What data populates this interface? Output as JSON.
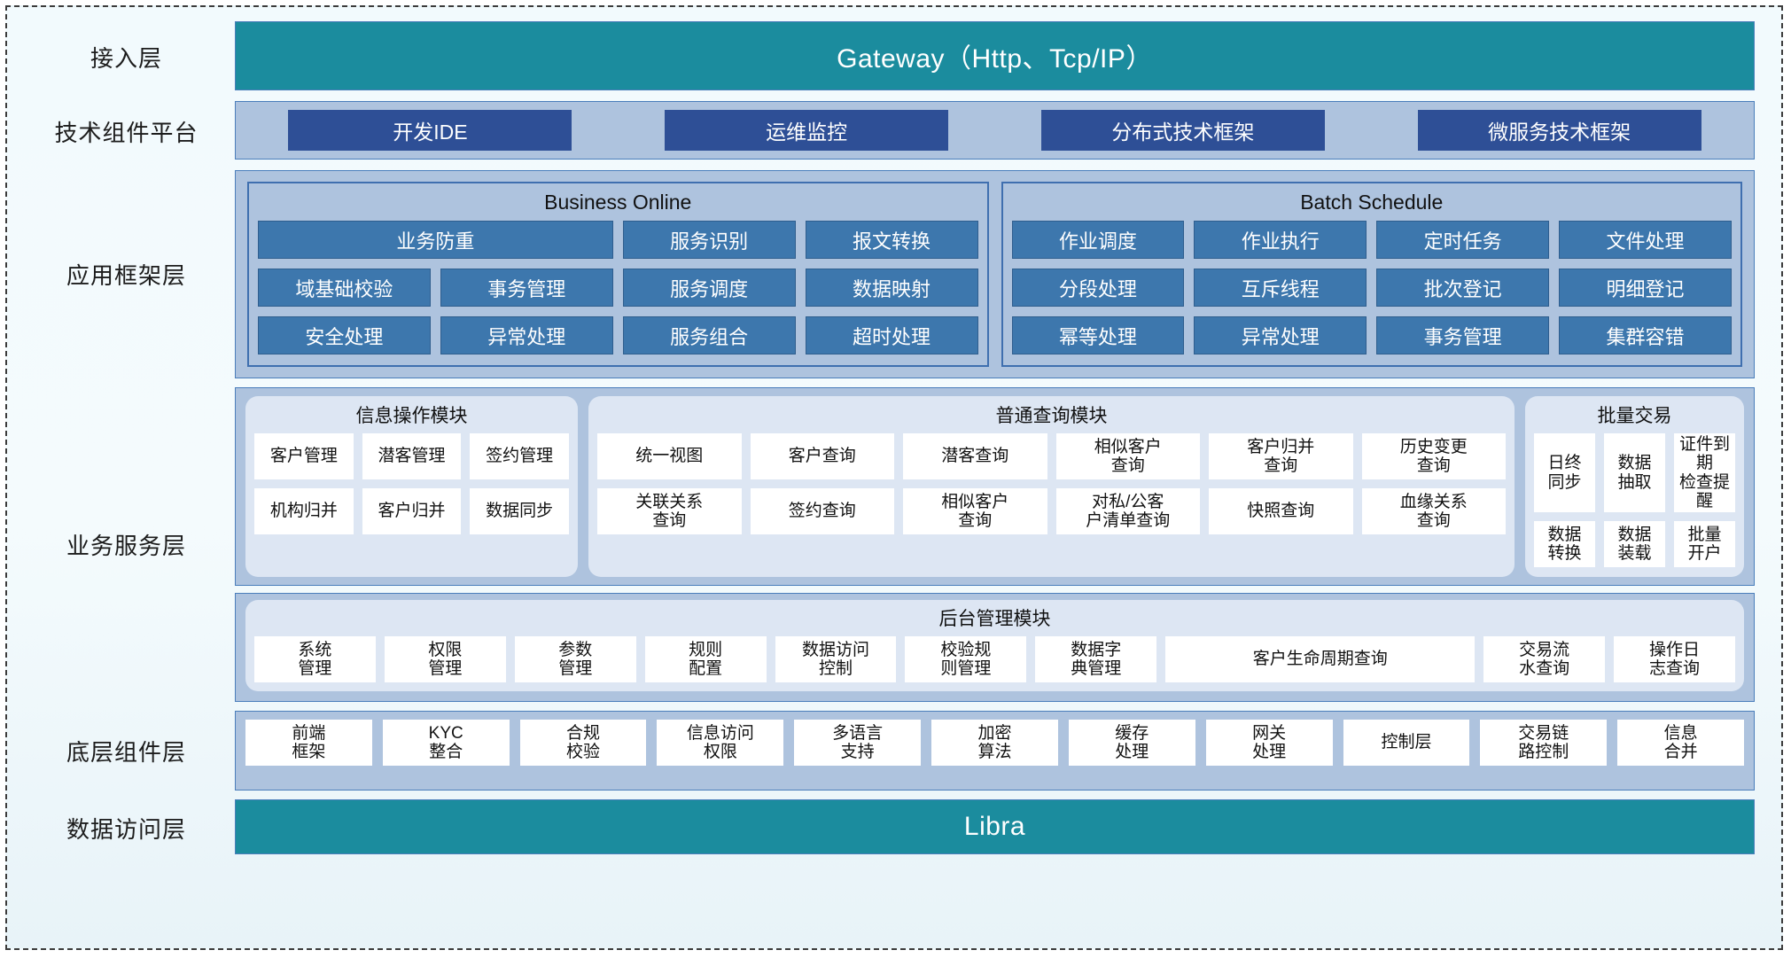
{
  "colors": {
    "teal": "#1b8c9e",
    "band": "#aec3de",
    "dark_blue": "#2e4f96",
    "mid_blue": "#3d77ad",
    "sub_panel": "#dde6f3",
    "border_blue": "#4a7ebb"
  },
  "layers": [
    {
      "id": "access",
      "label": "接入层"
    },
    {
      "id": "tech",
      "label": "技术组件平台"
    },
    {
      "id": "appframe",
      "label": "应用框架层"
    },
    {
      "id": "service",
      "label": "业务服务层"
    },
    {
      "id": "component",
      "label": "底层组件层"
    },
    {
      "id": "data",
      "label": "数据访问层"
    }
  ],
  "access": {
    "title": "Gateway（Http、Tcp/IP）"
  },
  "tech": {
    "items": [
      "开发IDE",
      "运维监控",
      "分布式技术框架",
      "微服务技术框架"
    ]
  },
  "appframe": {
    "panels": [
      {
        "title": "Business Online",
        "cells": [
          {
            "label": "业务防重",
            "span": 2
          },
          {
            "label": "服务识别",
            "span": 1
          },
          {
            "label": "报文转换",
            "span": 1
          },
          {
            "label": "域基础校验",
            "span": 1
          },
          {
            "label": "事务管理",
            "span": 1
          },
          {
            "label": "服务调度",
            "span": 1
          },
          {
            "label": "数据映射",
            "span": 1
          },
          {
            "label": "安全处理",
            "span": 1
          },
          {
            "label": "异常处理",
            "span": 1
          },
          {
            "label": "服务组合",
            "span": 1
          },
          {
            "label": "超时处理",
            "span": 1
          }
        ]
      },
      {
        "title": "Batch Schedule",
        "cells": [
          {
            "label": "作业调度",
            "span": 1
          },
          {
            "label": "作业执行",
            "span": 1
          },
          {
            "label": "定时任务",
            "span": 1
          },
          {
            "label": "文件处理",
            "span": 1
          },
          {
            "label": "分段处理",
            "span": 1
          },
          {
            "label": "互斥线程",
            "span": 1
          },
          {
            "label": "批次登记",
            "span": 1
          },
          {
            "label": "明细登记",
            "span": 1
          },
          {
            "label": "幂等处理",
            "span": 1
          },
          {
            "label": "异常处理",
            "span": 1
          },
          {
            "label": "事务管理",
            "span": 1
          },
          {
            "label": "集群容错",
            "span": 1
          }
        ]
      }
    ]
  },
  "service": {
    "modules": [
      {
        "title": "信息操作模块",
        "cells": [
          "客户管理",
          "潜客管理",
          "签约管理",
          "机构归并",
          "客户归并",
          "数据同步"
        ]
      },
      {
        "title": "普通查询模块",
        "cells": [
          "统一视图",
          "客户查询",
          "潜客查询",
          "相似客户\n查询",
          "客户归并\n查询",
          "历史变更\n查询",
          "关联关系\n查询",
          "签约查询",
          "相似客户\n查询",
          "对私/公客\n户清单查询",
          "快照查询",
          "血缘关系\n查询"
        ]
      },
      {
        "title": "批量交易",
        "cells": [
          "日终\n同步",
          "数据\n抽取",
          "证件到期\n检查提醒",
          "数据\n转换",
          "数据\n装载",
          "批量\n开户"
        ]
      }
    ],
    "backoffice": {
      "title": "后台管理模块",
      "cells": [
        "系统\n管理",
        "权限\n管理",
        "参数\n管理",
        "规则\n配置",
        "数据访问\n控制",
        "校验规\n则管理",
        "数据字\n典管理",
        "客户生命周期查询",
        "交易流\n水查询",
        "操作日\n志查询"
      ]
    }
  },
  "component": {
    "cells": [
      "前端\n框架",
      "KYC\n整合",
      "合规\n校验",
      "信息访问\n权限",
      "多语言\n支持",
      "加密\n算法",
      "缓存\n处理",
      "网关\n处理",
      "控制层",
      "交易链\n路控制",
      "信息\n合并"
    ]
  },
  "data": {
    "title": "Libra"
  }
}
